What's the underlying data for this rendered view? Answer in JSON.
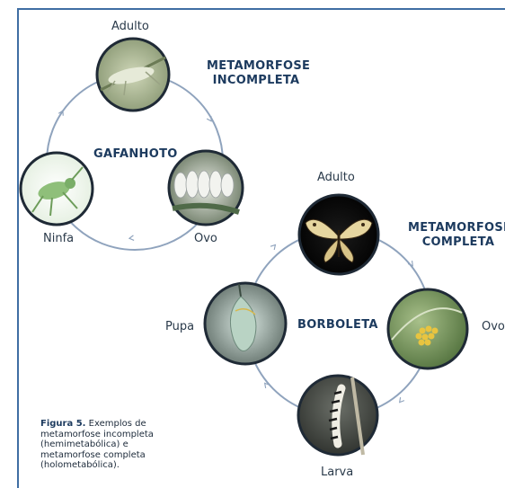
{
  "diagram_1": {
    "heading_line1": "METAMORFOSE",
    "heading_line2": "INCOMPLETA",
    "center_label": "GAFANHOTO",
    "stages": {
      "top": "Adulto",
      "right": "Ovo",
      "left": "Ninfa"
    }
  },
  "diagram_2": {
    "heading_line1": "METAMORFOSE",
    "heading_line2": "COMPLETA",
    "center_label": "BORBOLETA",
    "stages": {
      "top": "Adulto",
      "right": "Ovo",
      "bottom": "Larva",
      "left": "Pupa"
    }
  },
  "caption": {
    "title": "Figura 5.",
    "lines": [
      "Exemplos de",
      "metamorfose incompleta",
      "(hemimetabólica) e",
      "metamorfose completa",
      "(holometabólica)."
    ]
  },
  "colors": {
    "frame": "#3f6ea3",
    "cycle": "#8fa3bd",
    "heading": "#1c3a5e",
    "photo_ring": "#1f2a36"
  }
}
